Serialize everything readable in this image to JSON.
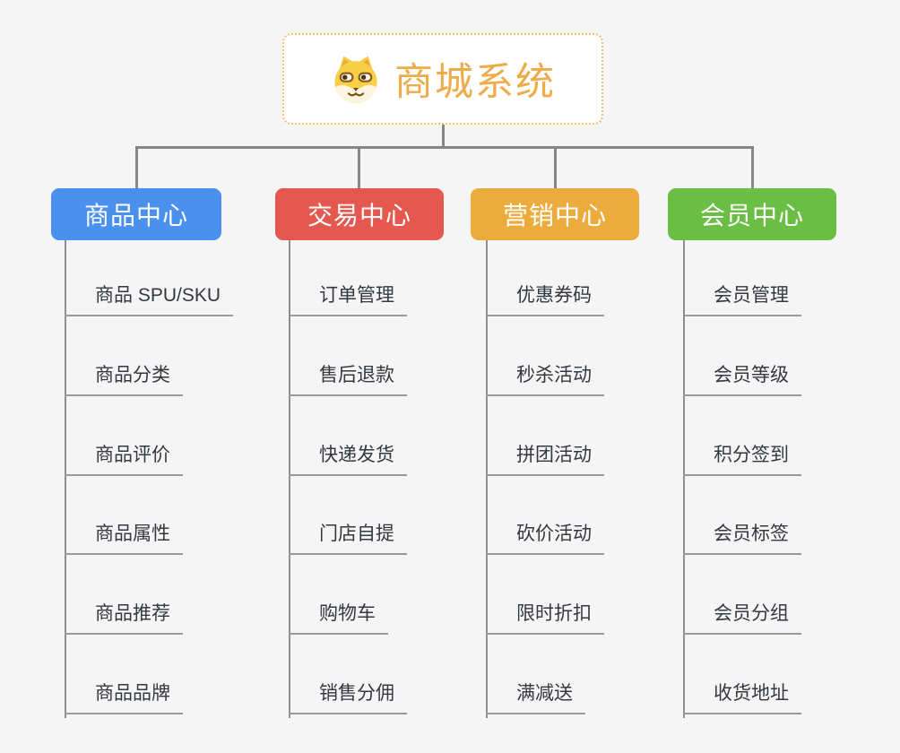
{
  "root": {
    "label": "商城系统",
    "icon": "dog-face-icon",
    "text_color": "#eeab49",
    "border_color": "#f2bd6b"
  },
  "canvas": {
    "background": "#f5f5f5",
    "connector_color": "#878787",
    "underline_color": "#9a9a9a"
  },
  "branches": [
    {
      "label": "商品中心",
      "color": "#4a90ee",
      "items": [
        "商品 SPU/SKU",
        "商品分类",
        "商品评价",
        "商品属性",
        "商品推荐",
        "商品品牌"
      ]
    },
    {
      "label": "交易中心",
      "color": "#e5584f",
      "items": [
        "订单管理",
        "售后退款",
        "快递发货",
        "门店自提",
        "购物车",
        "销售分佣"
      ]
    },
    {
      "label": "营销中心",
      "color": "#ebab3d",
      "items": [
        "优惠券码",
        "秒杀活动",
        "拼团活动",
        "砍价活动",
        "限时折扣",
        "满减送"
      ]
    },
    {
      "label": "会员中心",
      "color": "#6abe43",
      "items": [
        "会员管理",
        "会员等级",
        "积分签到",
        "会员标签",
        "会员分组",
        "收货地址"
      ]
    }
  ]
}
